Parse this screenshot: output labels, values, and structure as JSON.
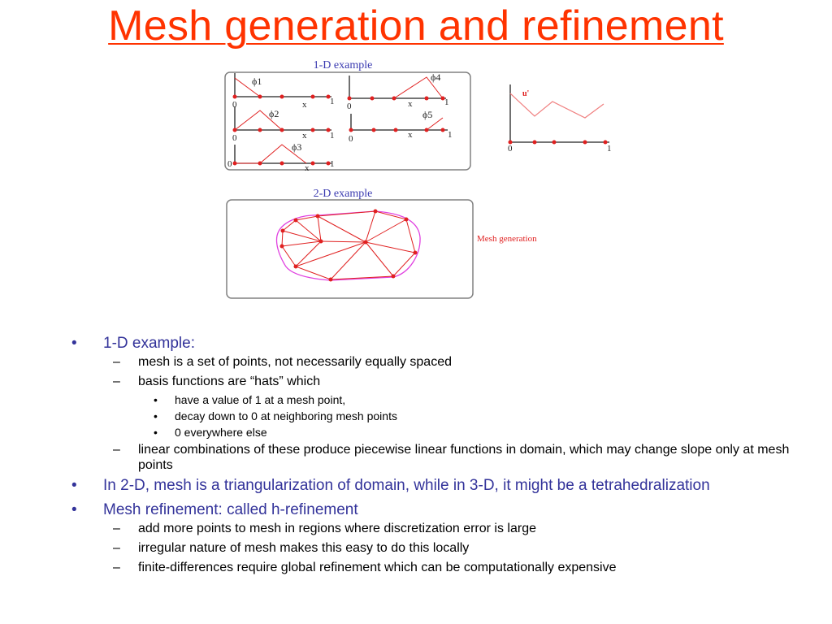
{
  "slide": {
    "title": "Mesh generation and refinement",
    "colors": {
      "title": "#ff3300",
      "heading_text": "#33339a",
      "body_text": "#000000",
      "figure_red": "#e02020",
      "figure_magenta": "#e040e0",
      "figure_label_blue": "#3a3ab0"
    }
  },
  "figure": {
    "oned_caption": "1-D example",
    "twod_caption": "2-D example",
    "mesh_generation_label": "Mesh generation",
    "phi1": "ϕ1",
    "phi2": "ϕ2",
    "phi3": "ϕ3",
    "phi4": "ϕ4",
    "phi5": "ϕ5",
    "u_label": "u'",
    "x": "x",
    "zero": "0",
    "one": "1"
  },
  "bullets": {
    "b1": "1-D example:",
    "b1_s1": "mesh is a set of points, not necessarily equally spaced",
    "b1_s2": "basis functions are “hats” which",
    "b1_s2_a": "have a value of 1 at a mesh point,",
    "b1_s2_b": "decay down to 0 at neighboring mesh points",
    "b1_s2_c": "0 everywhere else",
    "b1_s3": "linear combinations of these produce piecewise linear functions in domain, which may change slope only at mesh points",
    "b2": "In 2-D, mesh is a triangularization of domain, while in 3-D, it might be a tetrahedralization",
    "b3": "Mesh refinement: called h-refinement",
    "b3_s1": "add more points to mesh in regions where discretization error is large",
    "b3_s2": "irregular nature of mesh makes this easy to do this locally",
    "b3_s3": "finite-differences require global refinement which can be computationally expensive"
  },
  "markers": {
    "bullet": "•",
    "dash": "–"
  }
}
